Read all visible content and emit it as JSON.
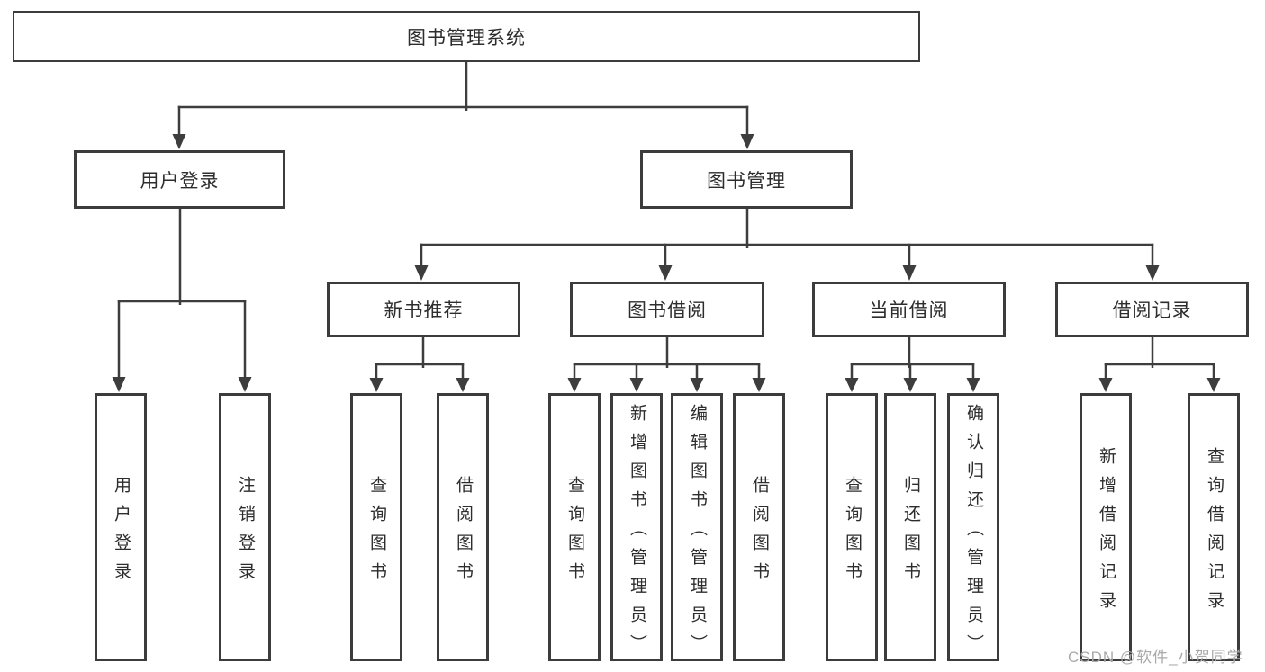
{
  "tree": {
    "label": "图书管理系统",
    "children": [
      {
        "label": "用户登录",
        "children": [
          {
            "label": "用户登录"
          },
          {
            "label": "注销登录"
          }
        ]
      },
      {
        "label": "图书管理",
        "children": [
          {
            "label": "新书推荐",
            "children": [
              {
                "label": "查询图书"
              },
              {
                "label": "借阅图书"
              }
            ]
          },
          {
            "label": "图书借阅",
            "children": [
              {
                "label": "查询图书"
              },
              {
                "label": "新增图书（管理员）"
              },
              {
                "label": "编辑图书（管理员）"
              },
              {
                "label": "借阅图书"
              }
            ]
          },
          {
            "label": "当前借阅",
            "children": [
              {
                "label": "查询图书"
              },
              {
                "label": "归还图书"
              },
              {
                "label": "确认归还（管理员）"
              }
            ]
          },
          {
            "label": "借阅记录",
            "children": [
              {
                "label": "新增借阅记录"
              },
              {
                "label": "查询借阅记录"
              }
            ]
          }
        ]
      }
    ]
  },
  "watermark": {
    "text": "CSDN @软件_小贺同学"
  },
  "colors": {
    "line": "#3d3d3d",
    "box_border": "#3c3c3c",
    "text": "#2d2d2d",
    "watermark": "#a9a9a9",
    "background": "#ffffff"
  }
}
